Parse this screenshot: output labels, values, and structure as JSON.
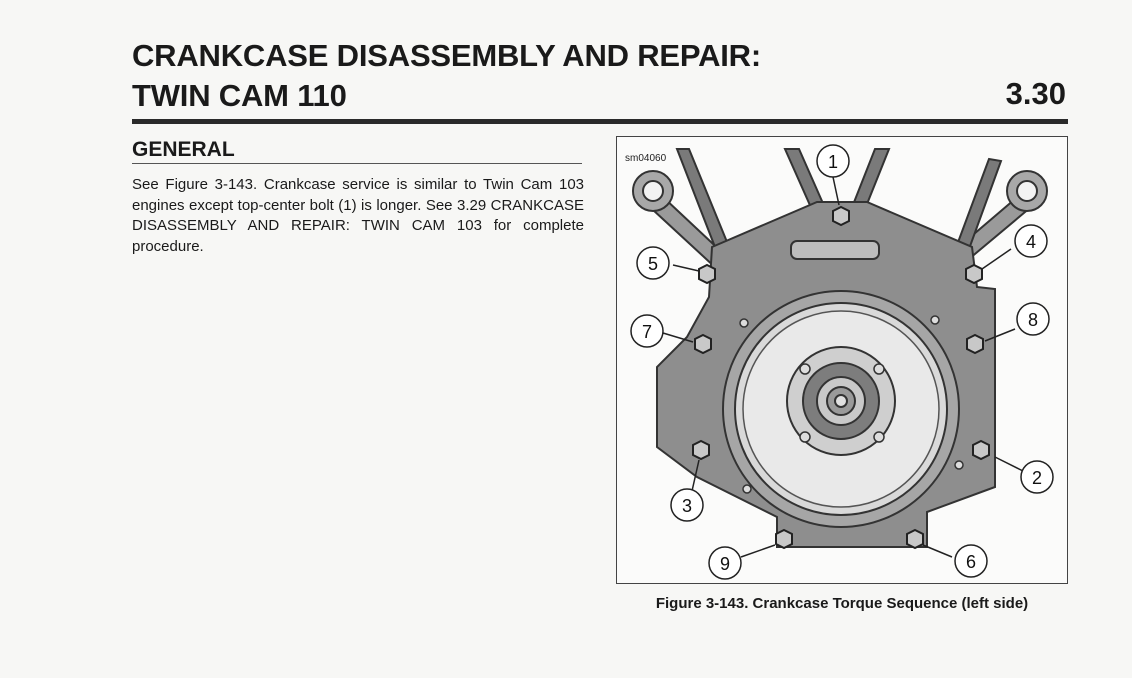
{
  "header": {
    "title_line1": "CRANKCASE DISASSEMBLY AND REPAIR:",
    "title_line2": "TWIN CAM 110",
    "section_number": "3.30"
  },
  "section": {
    "heading": "GENERAL",
    "paragraph": "See Figure 3-143. Crankcase service is similar to Twin Cam 103 engines except top-center bolt (1) is longer. See 3.29 CRANKCASE DISASSEMBLY AND REPAIR: TWIN CAM 103 for complete procedure."
  },
  "figure": {
    "id_label": "sm04060",
    "caption": "Figure 3-143. Crankcase Torque Sequence (left side)",
    "callouts": [
      "1",
      "2",
      "3",
      "4",
      "5",
      "6",
      "7",
      "8",
      "9"
    ]
  }
}
